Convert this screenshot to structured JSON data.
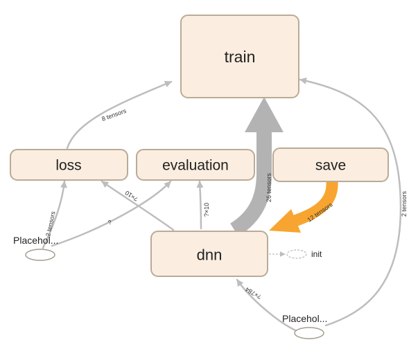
{
  "nodes": {
    "train": "train",
    "loss": "loss",
    "evaluation": "evaluation",
    "save": "save",
    "dnn": "dnn",
    "placeholder_left": "Placehol...",
    "placeholder_bottom": "Placehol...",
    "init": "init"
  },
  "edge_labels": {
    "loss_to_train": "8 tensors",
    "dnn_to_train": "26 tensors",
    "save_to_dnn": "12 tensors",
    "placeholder_to_train": "2 tensors",
    "placeholder_to_loss": "2 tensors",
    "dnn_to_loss": "?×10",
    "dnn_to_evaluation": "?×10",
    "placeholder_to_evaluation": "?",
    "placeholder_to_dnn": "?×784"
  },
  "colors": {
    "node_fill": "#fbeee0",
    "node_stroke": "#b9ab98",
    "edge_gray": "#bdbdbd",
    "edge_thick": "#b3b3b3",
    "edge_orange": "#f7a530"
  }
}
